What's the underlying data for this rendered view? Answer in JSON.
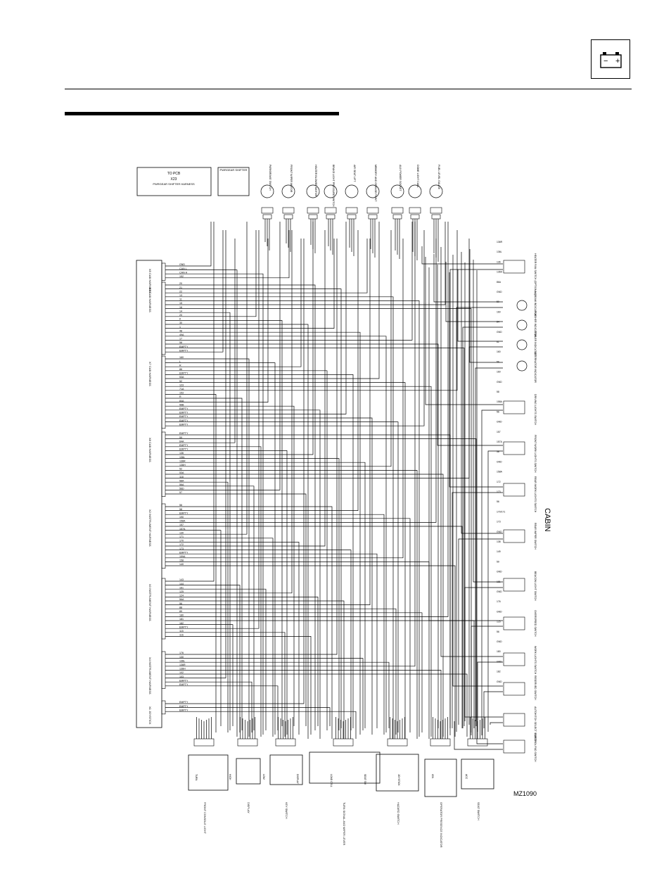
{
  "header": {
    "battery_icon": "battery-icon",
    "battery_minus": "−",
    "battery_plus": "+"
  },
  "diagram": {
    "figure_id": "MZ1090",
    "cabin_label": "CABIN",
    "to_pcb_label": "TO PCB",
    "to_pcb_connector": "X23",
    "powershift_harness": "PWRGEAR SHIFTER HARNESS",
    "powershift_title": "PWRGEAR SHIFTER",
    "harness_sections": [
      {
        "id": "X5",
        "name": "CAB HARNESS"
      },
      {
        "id": "X6",
        "name": "CAB HARNESS"
      },
      {
        "id": "X7",
        "name": "CAB HARNESS"
      },
      {
        "id": "X8",
        "name": "CAB HARNESS"
      },
      {
        "id": "X2",
        "name": "INSTRUMENT HARNESS"
      },
      {
        "id": "X3",
        "name": "INSTRUMENT HARNESS"
      },
      {
        "id": "X4",
        "name": "INSTRUMENT HARNESS"
      },
      {
        "id": "X1",
        "name": "JOYSTICK"
      }
    ],
    "wire_labels_x5": [
      "GND",
      "CAN L",
      "CAN H",
      "152"
    ],
    "wire_labels_x6": [
      "20",
      "21",
      "22",
      "13",
      "11",
      "15",
      "16",
      "14",
      "20",
      "K",
      "30",
      "1",
      "48",
      "49A",
      "17",
      "58",
      "EMPTY",
      "EMPTY"
    ],
    "wire_labels_x7": [
      "160",
      "L",
      "R",
      "86",
      "EMPTY",
      "53A",
      "52",
      "123",
      "71A",
      "153",
      "R",
      "84A",
      "56B",
      "EMPTY",
      "EMPTY",
      "EMPTY",
      "EMPTY",
      "EMPTY"
    ],
    "wire_labels_x8": [
      "EMPTY",
      "59",
      "64A",
      "EMPTY",
      "EMPTY",
      "136",
      "136L",
      "136R",
      "136H",
      "52",
      "53A",
      "118",
      "58A",
      "56A",
      "56D",
      "57"
    ],
    "wire_labels_x2": [
      "56",
      "58",
      "EMPTY",
      "190",
      "158A",
      "157",
      "157A",
      "130",
      "171",
      "170",
      "172",
      "173",
      "EMPTY",
      "159A",
      "158",
      "140"
    ],
    "wire_labels_x3": [
      "143",
      "144",
      "161",
      "125",
      "124",
      "56A",
      "56",
      "88",
      "89",
      "180",
      "181",
      "182",
      "EMPTY",
      "115",
      "116"
    ],
    "wire_labels_x4": [
      "176",
      "130",
      "136L",
      "136R",
      "136H",
      "102",
      "103",
      "EMPTY",
      "EMPTY"
    ],
    "wire_labels_x1": [
      "EMPTY",
      "EMPTY",
      "EMPTY"
    ],
    "top_components": [
      "PARKBRAKE SWITCH",
      "FRONT WIPER MOTOR",
      "HEATER BLOWER MOTOR",
      "BRAKE LIGHT PRESSURE SWITCH",
      "AIR SEAT LIFT",
      "MEMORY AND GREASE POINT",
      "AUX POWER SOCKET",
      "DOME LIGHT CABL",
      "FUEL LEVEL GAUGE"
    ],
    "right_components": [
      "HEATER FAN SWITCH (OPTIONAL)",
      "HI BEAM INDICATOR",
      "FLASHER INDICATOR",
      "TRAILER INDICATOR",
      "ALTERNATOR INDICATOR",
      "DRIVING LIGHTS SWITCH",
      "FRONT WORK LIGHTS SWITCH",
      "REAR WORK LIGHTS SWITCH",
      "REAR WIPER SWITCH",
      "BEACON LIGHT SWITCH",
      "OVERSPEED SWITCH",
      "WORK LIGHTS SWITCH",
      "RESERVED SWITCH",
      "AUTOHITCH SELECT SWITCH",
      "CONTROL PAD SWITCH"
    ],
    "right_wires": [
      "136R",
      "136L",
      "136",
      "136H",
      "86A",
      "GND",
      "50",
      "160",
      "84",
      "GND",
      "61",
      "160",
      "56",
      "160",
      "GND",
      "58",
      "158A",
      "56",
      "GND",
      "157",
      "157A",
      "58",
      "GND",
      "158A",
      "172",
      "173",
      "56",
      "170/171",
      "173",
      "GND",
      "138",
      "149",
      "59",
      "GND",
      "181",
      "GND",
      "176",
      "GND",
      "125",
      "56",
      "GND",
      "180",
      "GND",
      "182",
      "GND"
    ],
    "bottom_components": [
      "FRONT CONSOLE LIGHT",
      "DISPLAY",
      "KEY SWITCH",
      "TURN SIGNAL AND WIPER LEVER",
      "HAZARD SWITCH",
      "OPERATOR PRESENCE INDICATOR",
      "SEAT SWITCH"
    ],
    "bottom_labels": [
      "TURN",
      "HIGH",
      "LOW",
      "DISPLAY",
      "LOAD CELL",
      "SEAT SW",
      "JOYSTICK",
      "IGN",
      "ACC"
    ]
  }
}
